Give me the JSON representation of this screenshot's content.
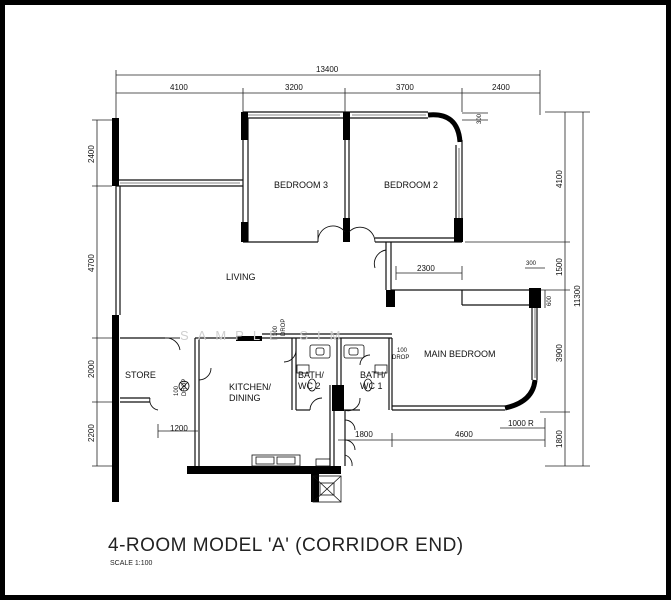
{
  "plan": {
    "title": "4-ROOM MODEL 'A' (CORRIDOR END)",
    "scale": "SCALE  1:100",
    "watermark": "SAMPLE SIM"
  },
  "rooms": {
    "bedroom3": "BEDROOM 3",
    "bedroom2": "BEDROOM 2",
    "living": "LIVING",
    "main_bedroom": "MAIN BEDROOM",
    "store": "STORE",
    "kitchen_line1": "KITCHEN/",
    "kitchen_line2": "DINING",
    "bath2_line1": "BATH/",
    "bath2_line2": "WC 2",
    "bath1_line1": "BATH/",
    "bath1_line2": "WC 1"
  },
  "dimensions": {
    "top_total": "13400",
    "top_1": "4100",
    "top_2": "3200",
    "top_3": "3700",
    "top_4": "2400",
    "left_1": "2400",
    "left_2": "4700",
    "left_3": "2000",
    "left_4": "2200",
    "right_1": "4100",
    "right_2": "1500",
    "right_3": "3900",
    "right_4": "1800",
    "right_total": "11300",
    "inner_2300": "2300",
    "inner_300_top": "300",
    "inner_300_mid": "300",
    "inner_600": "600",
    "bottom_1200": "1200",
    "bottom_1800": "1800",
    "bottom_4600": "4600",
    "bottom_1000r": "1000 R"
  },
  "drops": {
    "kitchen_drop_1": "100",
    "kitchen_drop_2": "DROP",
    "bath_drop_1": "100",
    "bath_drop_2": "DROP",
    "store_drop_1": "100",
    "store_drop_2": "DROP"
  }
}
